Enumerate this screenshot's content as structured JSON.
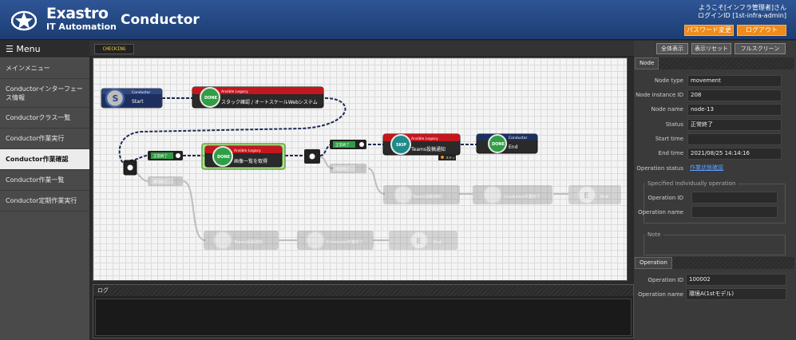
{
  "header": {
    "logo_name": "Exastro",
    "logo_sub": "IT Automation",
    "app_title": "Conductor",
    "welcome": "ようこそ[インフラ管理者]さん",
    "login_id": "ログインID [1st-infra-admin]",
    "password_button": "パスワード変更",
    "logout_button": "ログアウト"
  },
  "sidebar": {
    "title": "☰ Menu",
    "items": [
      {
        "label": "メインメニュー"
      },
      {
        "label": "Conductorインターフェース情報"
      },
      {
        "label": "Conductorクラス一覧"
      },
      {
        "label": "Conductor作業実行"
      },
      {
        "label": "Conductor作業確認",
        "active": true
      },
      {
        "label": "Conductor作業一覧"
      },
      {
        "label": "Conductor定期作業実行"
      }
    ]
  },
  "toolbar": {
    "status": "CHECKING",
    "show_all": "全体表示",
    "reset_view": "表示リセット",
    "fullscreen": "フルスクリーン"
  },
  "log": {
    "title": "ログ"
  },
  "nodes": {
    "start_header": "Conductor",
    "start_letter": "S",
    "start_label": "Start",
    "mv_header": "Ansible Legacy",
    "n1_status": "DONE",
    "n1_label": "スタック確認 / オートスケールWebシステム",
    "n2_status": "DONE",
    "n2_label": "画像一覧を取得",
    "n3_status": "SKIP",
    "n3_label": "Teams投稿通知",
    "n3_badge": "スキップ",
    "end_header": "Conductor",
    "end_status": "DONE",
    "end_label": "End",
    "cond1": "正常終了",
    "cond2": "正常終了",
    "ghost_cond": "異常終了",
    "ghost_label": "Teams投稿通知",
    "ghost_label2": "Conductor作業終了",
    "ghost_end": "E",
    "ghost_end_label": "End"
  },
  "node_panel": {
    "tab": "Node",
    "type_label": "Node type",
    "type_value": "movement",
    "instance_label": "Node instance ID",
    "instance_value": "208",
    "name_label": "Node name",
    "name_value": "node-13",
    "status_label": "Status",
    "status_value": "正常終了",
    "start_label": "Start time",
    "start_value": "",
    "end_label": "End time",
    "end_value": "2021/08/25 14:14:16",
    "opstatus_label": "Operation status",
    "opstatus_value": "作業状態確認",
    "specified_title": "Specified individually operation",
    "opid_label": "Operation ID",
    "opid_value": "",
    "opname_label": "Operation name",
    "opname_value": "",
    "note_title": "Note"
  },
  "operation_panel": {
    "tab": "Operation",
    "id_label": "Operation ID",
    "id_value": "100002",
    "name_label": "Operation name",
    "name_value": "環境A(1stモデル)"
  },
  "colors": {
    "header": "#24488a",
    "accent_orange": "#f08a18",
    "done_green": "#2f9e44",
    "skip_teal": "#208a8a",
    "movement_red": "#c4171d"
  }
}
